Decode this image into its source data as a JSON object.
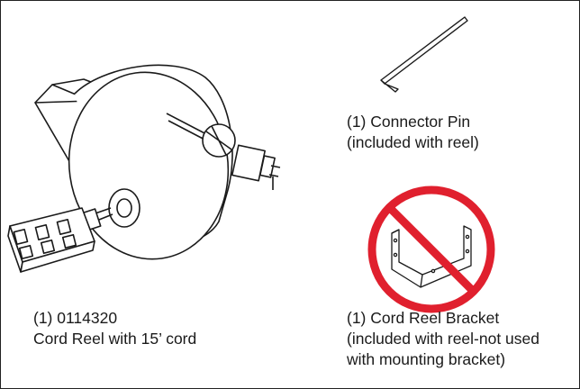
{
  "parts": [
    {
      "id": "cord-reel",
      "icon": "cord-reel-icon",
      "lines": [
        "(1) 0114320",
        "Cord Reel with 15’ cord"
      ]
    },
    {
      "id": "connector-pin",
      "icon": "connector-pin-icon",
      "lines": [
        "(1) Connector Pin",
        "(included with reel)"
      ]
    },
    {
      "id": "cord-reel-bracket",
      "icon": "prohibited-bracket-icon",
      "lines": [
        "(1) Cord Reel Bracket",
        "(included with reel-not used",
        "with mounting bracket)"
      ]
    }
  ],
  "colors": {
    "line_art": "#1a1a1a",
    "prohibition_red": "#e0202e"
  }
}
